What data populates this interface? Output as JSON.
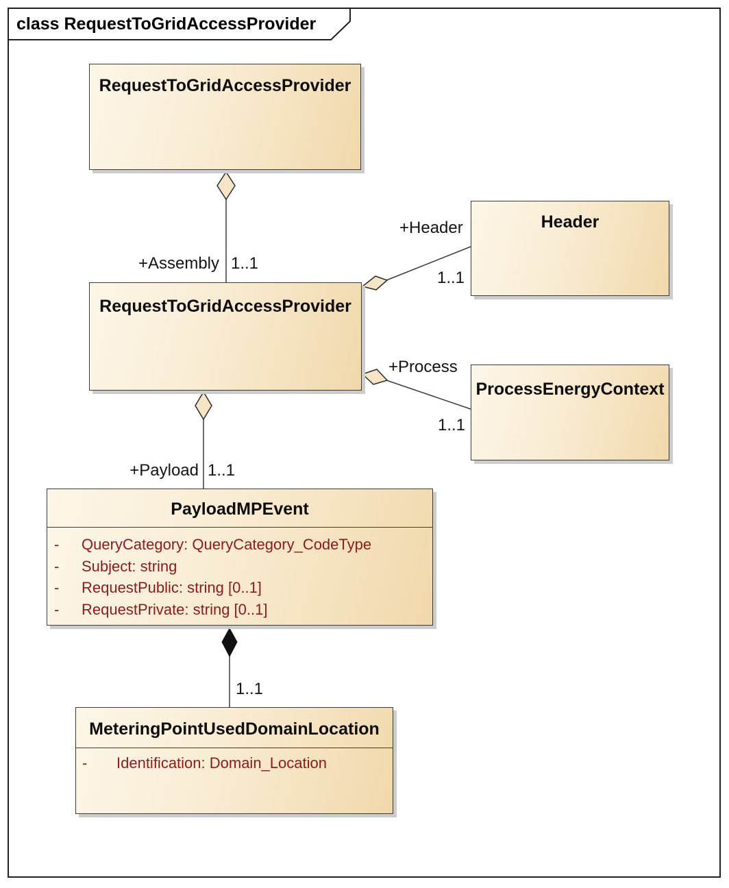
{
  "frame": {
    "title": "class RequestToGridAccessProvider"
  },
  "diagram_type": "uml-class-diagram",
  "classes": {
    "root": {
      "name": "RequestToGridAccessProvider"
    },
    "assembly": {
      "name": "RequestToGridAccessProvider"
    },
    "header": {
      "name": "Header"
    },
    "process": {
      "name": "ProcessEnergyContext"
    },
    "payload": {
      "name": "PayloadMPEvent",
      "attributes": [
        {
          "visibility": "-",
          "text": "QueryCategory: QueryCategory_CodeType"
        },
        {
          "visibility": "-",
          "text": "Subject: string"
        },
        {
          "visibility": "-",
          "text": "RequestPublic: string [0..1]"
        },
        {
          "visibility": "-",
          "text": "RequestPrivate: string [0..1]"
        }
      ]
    },
    "metering": {
      "name": "MeteringPointUsedDomainLocation",
      "attributes": [
        {
          "visibility": "-",
          "text": "Identification: Domain_Location"
        }
      ]
    }
  },
  "connectors": {
    "assembly": {
      "type": "aggregation",
      "role": "+Assembly",
      "multiplicity": "1..1"
    },
    "header": {
      "type": "aggregation",
      "role": "+Header",
      "multiplicity": "1..1"
    },
    "process": {
      "type": "aggregation",
      "role": "+Process",
      "multiplicity": "1..1"
    },
    "payload": {
      "type": "aggregation",
      "role": "+Payload",
      "multiplicity": "1..1"
    },
    "metering": {
      "type": "composition",
      "multiplicity": "1..1"
    }
  },
  "colors": {
    "box_fill_light": "#fcf6e8",
    "box_fill_dark": "#f1d8ab",
    "box_border": "#3a3a3a",
    "box_shadow": "#cccccc",
    "attribute_text": "#8b1a1a",
    "diamond_open_fill": "#f5e5c6",
    "diamond_filled": "#111111"
  }
}
